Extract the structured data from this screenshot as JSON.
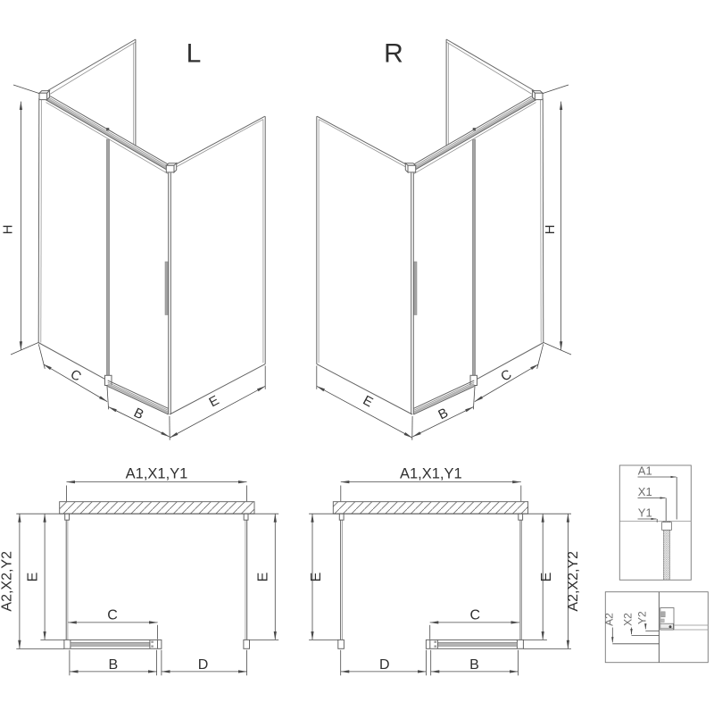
{
  "iso_left": {
    "title": "L",
    "dims": {
      "height": "H",
      "panel_c": "C",
      "door_b": "B",
      "side_e": "E"
    }
  },
  "iso_right": {
    "title": "R",
    "dims": {
      "height": "H",
      "panel_c": "C",
      "door_b": "B",
      "side_e": "E"
    }
  },
  "plan_left": {
    "dims": {
      "width_top": "A1,X1,Y1",
      "side_outer": "A2,X2,Y2",
      "depth_left": "E",
      "depth_right": "E",
      "fixed_c": "C",
      "door_b": "B",
      "opening_d": "D"
    }
  },
  "plan_right": {
    "dims": {
      "width_top": "A1,X1,Y1",
      "side_outer": "A2,X2,Y2",
      "depth_left": "E",
      "depth_right": "E",
      "fixed_c": "C",
      "door_b": "B",
      "opening_d": "D"
    }
  },
  "detail_top": {
    "dims": {
      "a": "A1",
      "x": "X1",
      "y": "Y1"
    }
  },
  "detail_bottom": {
    "dims": {
      "a": "A2",
      "x": "X2",
      "y": "Y2"
    }
  },
  "colors": {
    "line": "#666666",
    "thin_line": "#8f8f8f",
    "dim_line": "#4a4a4a",
    "text": "#2f2f2f",
    "detail_text": "#6e6e6e",
    "panel_grey": "#b2b2b2",
    "hardware_grey": "#a3a3a3",
    "wall_hatch": "#6a6a6a",
    "background": "#ffffff"
  }
}
